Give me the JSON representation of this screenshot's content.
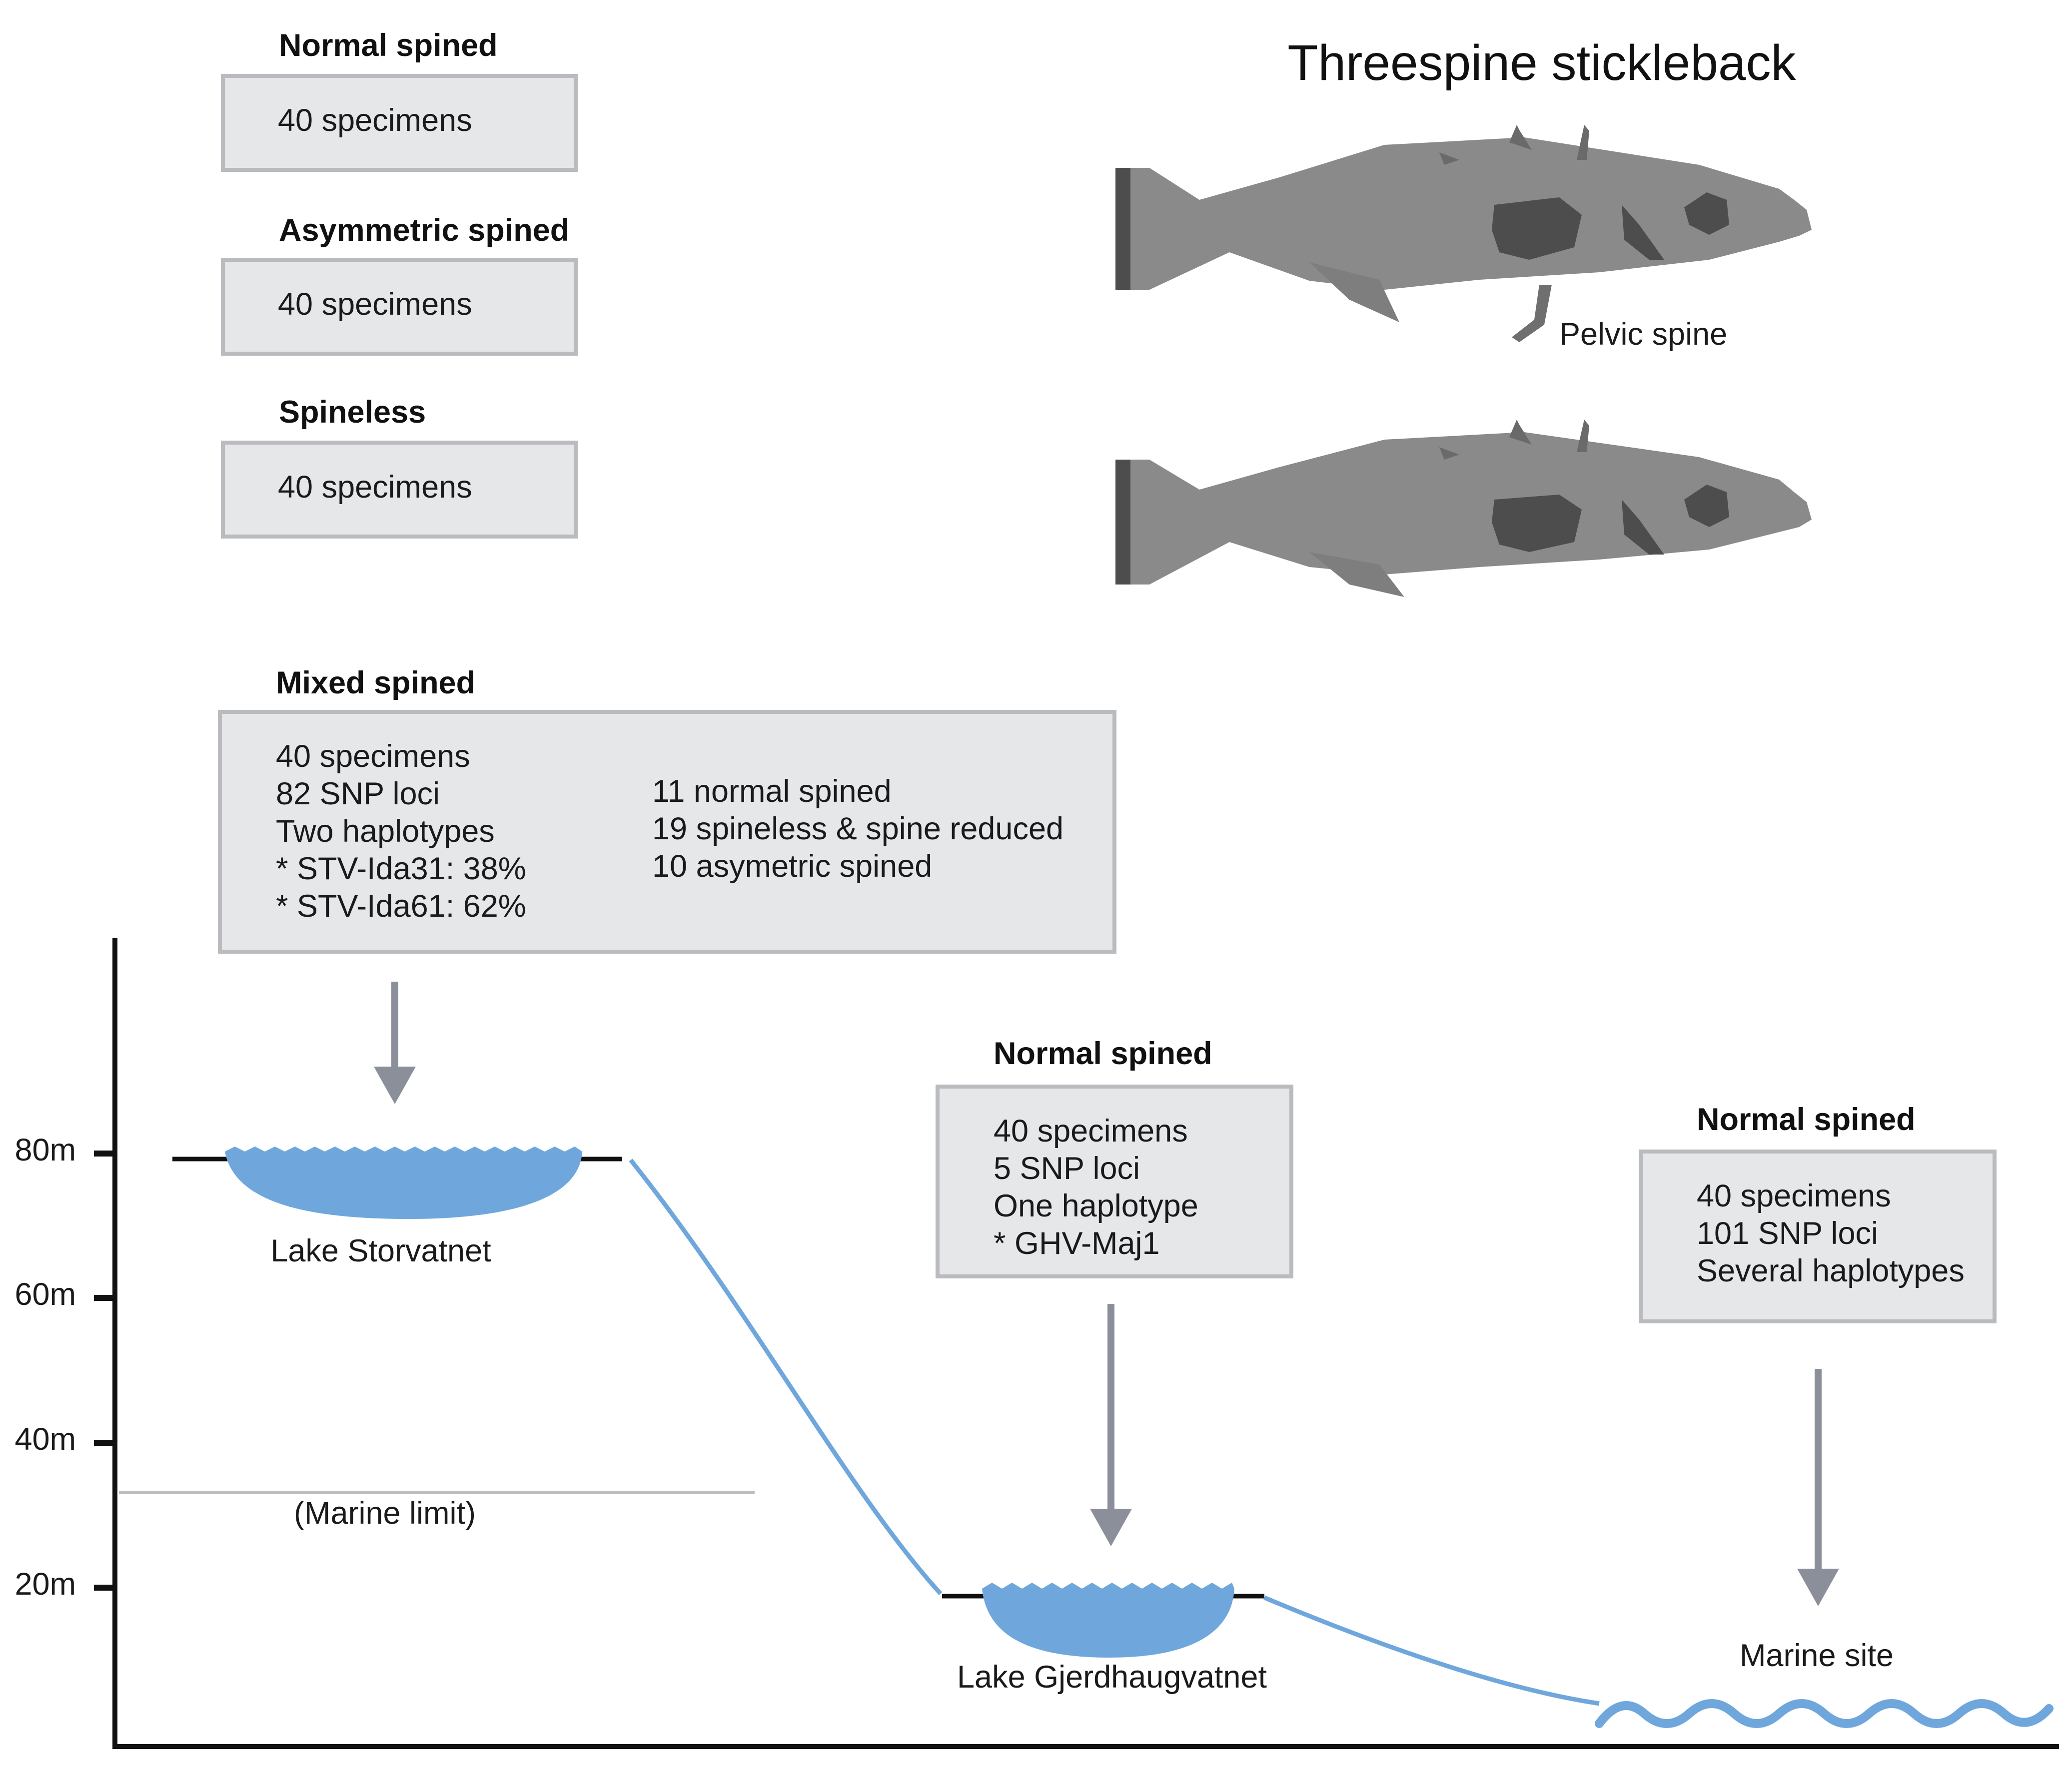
{
  "title": "Threespine stickleback",
  "pelvic_spine_label": "Pelvic spine",
  "reference_groups": [
    {
      "heading": "Normal spined",
      "lines": [
        "40 specimens"
      ]
    },
    {
      "heading": "Asymmetric spined",
      "lines": [
        "40 specimens"
      ]
    },
    {
      "heading": "Spineless",
      "lines": [
        "40 specimens"
      ]
    }
  ],
  "sites": {
    "storvatnet": {
      "heading": "Mixed spined",
      "lines_left": [
        "40 specimens",
        "82 SNP loci",
        "Two haplotypes",
        "* STV-Ida31: 38%",
        "* STV-Ida61: 62%"
      ],
      "lines_right": [
        "11 normal spined",
        "19 spineless & spine reduced",
        "10 asymetric spined"
      ],
      "label": "Lake Storvatnet"
    },
    "gjerdhaugvatnet": {
      "heading": "Normal spined",
      "lines": [
        "40 specimens",
        "5 SNP loci",
        "One haplotype",
        "* GHV-Maj1"
      ],
      "label": "Lake Gjerdhaugvatnet"
    },
    "marine": {
      "heading": "Normal spined",
      "lines": [
        "40 specimens",
        "101 SNP loci",
        "Several haplotypes"
      ],
      "label": "Marine site"
    }
  },
  "axis": {
    "ticks": [
      "80m",
      "60m",
      "40m",
      "20m"
    ],
    "marine_limit_label": "(Marine limit)"
  },
  "colors": {
    "water": "#6fa7dc",
    "fish_body": "#8a8a8a",
    "fish_dark": "#4d4d4d",
    "box_fill": "#e6e7e9",
    "arrow": "#8b8f99"
  }
}
